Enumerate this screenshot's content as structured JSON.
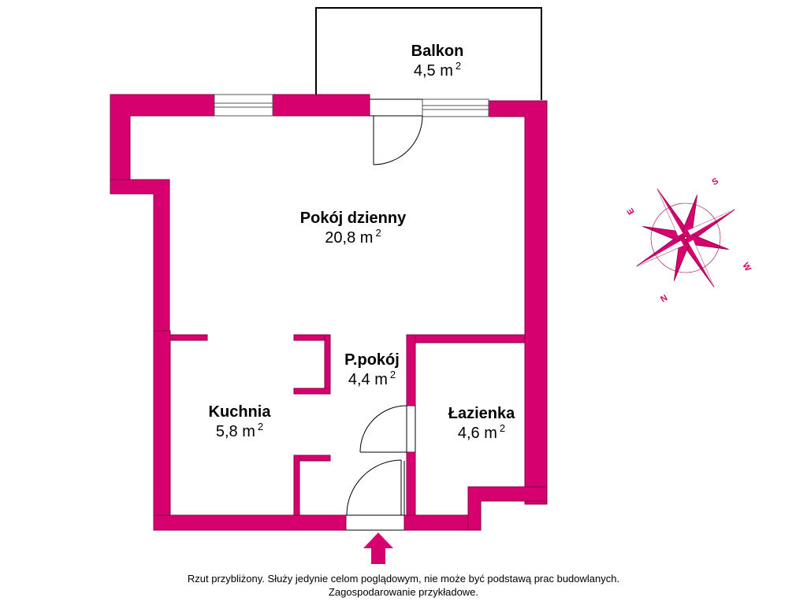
{
  "colors": {
    "wall": "#d6006e",
    "line": "#000000",
    "background": "#ffffff",
    "window_fill": "#ffffff"
  },
  "rooms": [
    {
      "id": "balkon",
      "name": "Balkon",
      "area": "4,5 m",
      "unit_sup": "2"
    },
    {
      "id": "pokoj",
      "name": "Pokój dzienny",
      "area": "20,8 m",
      "unit_sup": "2"
    },
    {
      "id": "przedpokoj",
      "name": "P.pokój",
      "area": "4,4 m",
      "unit_sup": "2"
    },
    {
      "id": "kuchnia",
      "name": "Kuchnia",
      "area": "5,8 m",
      "unit_sup": "2"
    },
    {
      "id": "lazienka",
      "name": "Łazienka",
      "area": "4,6 m",
      "unit_sup": "2"
    }
  ],
  "compass": {
    "s": "S",
    "e": "E",
    "w": "W",
    "n": "N"
  },
  "entrance_icon": "entrance-arrow-icon",
  "caption": {
    "line1": "Rzut przybliżony. Służy jedynie celom poglądowym, nie może być podstawą prac budowlanych.",
    "line2": "Zagospodarowanie przykładowe."
  }
}
